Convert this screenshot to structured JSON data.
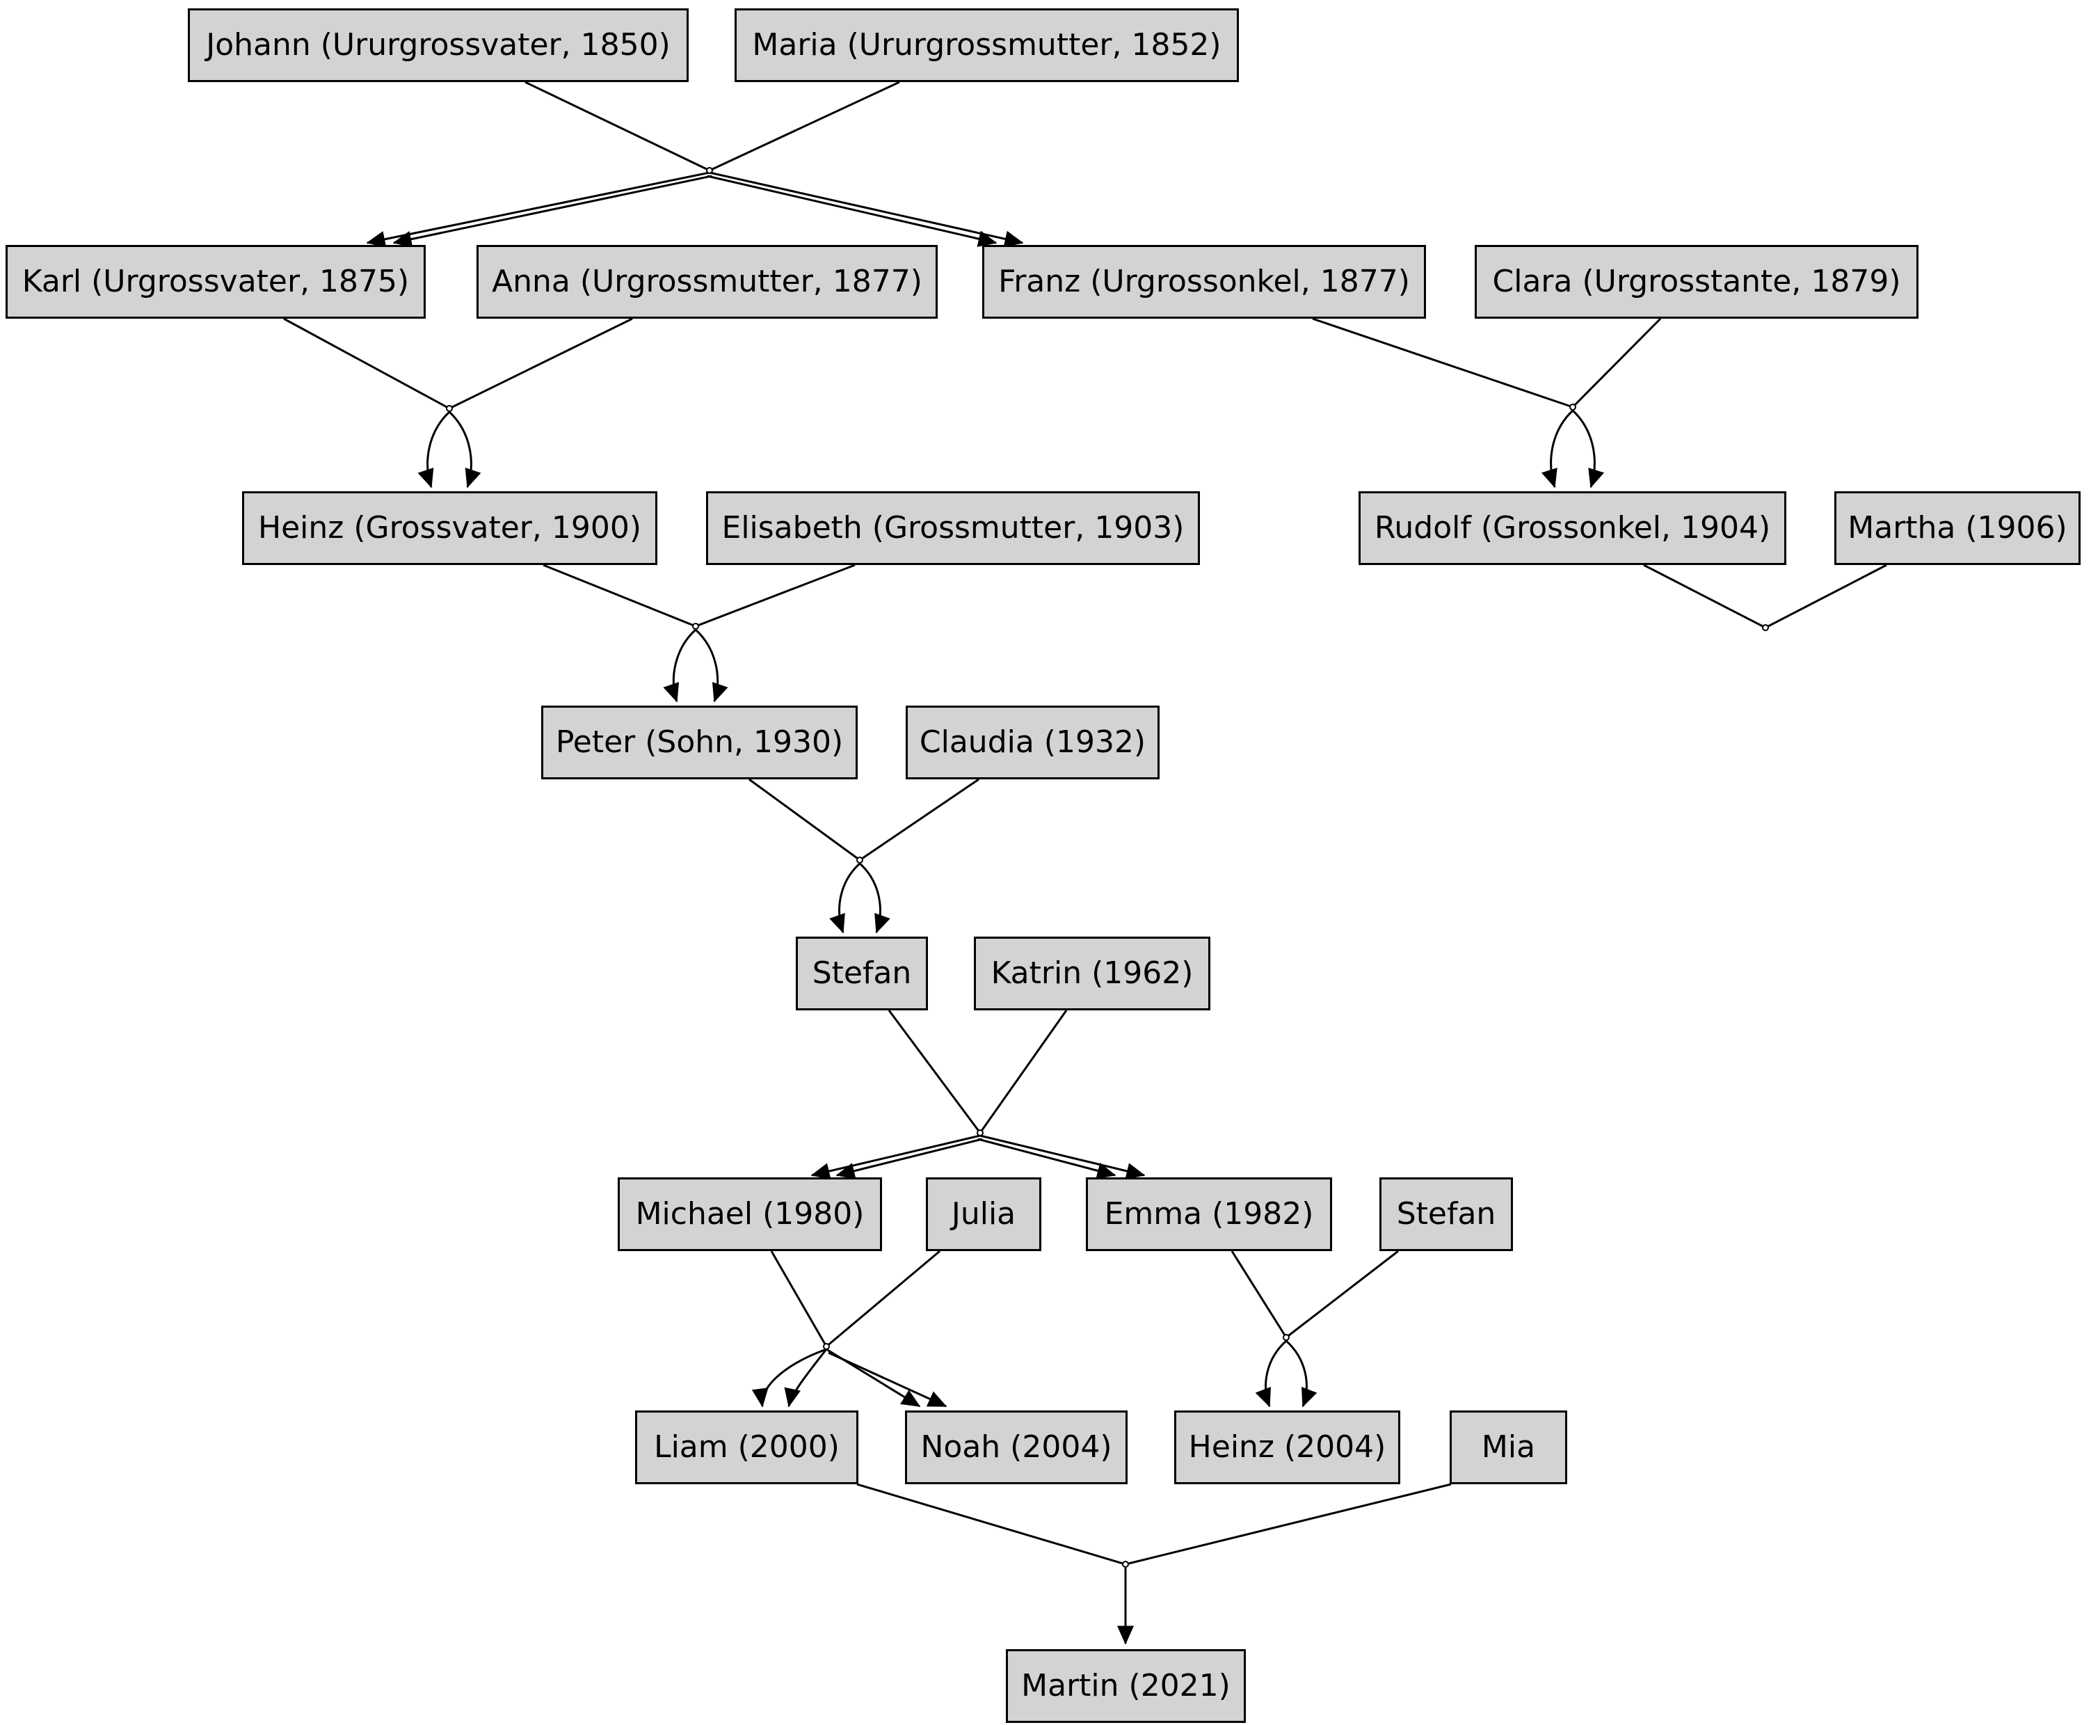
{
  "diagram": {
    "type": "family-tree-graph",
    "background_color": "#ffffff",
    "node_fill_color": "#d3d3d3",
    "node_border_color": "#000000",
    "edge_color": "#000000",
    "nodes": {
      "johann": {
        "label": "Johann (Ururgrossvater, 1850)"
      },
      "maria": {
        "label": "Maria (Ururgrossmutter, 1852)"
      },
      "karl": {
        "label": "Karl (Urgrossvater, 1875)"
      },
      "anna": {
        "label": "Anna (Urgrossmutter, 1877)"
      },
      "franz": {
        "label": "Franz (Urgrossonkel, 1877)"
      },
      "clara": {
        "label": "Clara (Urgrosstante, 1879)"
      },
      "heinz_grossvater": {
        "label": "Heinz (Grossvater, 1900)"
      },
      "elisabeth": {
        "label": "Elisabeth (Grossmutter, 1903)"
      },
      "rudolf": {
        "label": "Rudolf (Grossonkel, 1904)"
      },
      "martha": {
        "label": "Martha (1906)"
      },
      "peter": {
        "label": "Peter (Sohn, 1930)"
      },
      "claudia": {
        "label": "Claudia (1932)"
      },
      "stefan_child": {
        "label": "Stefan"
      },
      "katrin": {
        "label": "Katrin (1962)"
      },
      "michael": {
        "label": "Michael (1980)"
      },
      "julia": {
        "label": "Julia"
      },
      "emma": {
        "label": "Emma (1982)"
      },
      "stefan_partner": {
        "label": "Stefan"
      },
      "liam": {
        "label": "Liam (2000)"
      },
      "noah": {
        "label": "Noah (2004)"
      },
      "heinz_2004": {
        "label": "Heinz (2004)"
      },
      "mia": {
        "label": "Mia"
      },
      "martin": {
        "label": "Martin (2021)"
      }
    },
    "unions": [
      {
        "parents": [
          "johann",
          "maria"
        ],
        "children": [
          "karl",
          "franz"
        ]
      },
      {
        "parents": [
          "karl",
          "anna"
        ],
        "children": [
          "heinz_grossvater"
        ]
      },
      {
        "parents": [
          "franz",
          "clara"
        ],
        "children": [
          "rudolf"
        ]
      },
      {
        "parents": [
          "rudolf",
          "martha"
        ],
        "children": []
      },
      {
        "parents": [
          "heinz_grossvater",
          "elisabeth"
        ],
        "children": [
          "peter"
        ]
      },
      {
        "parents": [
          "peter",
          "claudia"
        ],
        "children": [
          "stefan_child"
        ]
      },
      {
        "parents": [
          "stefan_child",
          "katrin"
        ],
        "children": [
          "michael",
          "emma"
        ]
      },
      {
        "parents": [
          "michael",
          "julia"
        ],
        "children": [
          "liam",
          "noah"
        ]
      },
      {
        "parents": [
          "emma",
          "stefan_partner"
        ],
        "children": [
          "heinz_2004"
        ]
      },
      {
        "parents": [
          "liam",
          "mia"
        ],
        "children": [
          "martin"
        ]
      }
    ]
  }
}
